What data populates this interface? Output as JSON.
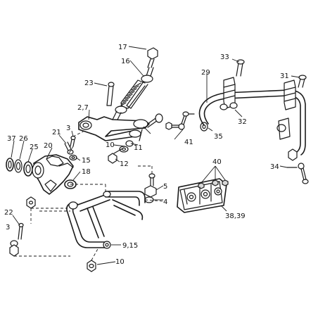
{
  "callouts": {
    "c17": "17",
    "c16": "16",
    "c23": "23",
    "c27": "2,7",
    "c3a": "3",
    "c21": "21",
    "c20": "20",
    "c37": "37",
    "c26": "26",
    "c25": "25",
    "c15": "15",
    "c18": "18",
    "c10a": "10",
    "c11": "11",
    "c12": "12",
    "c41": "41",
    "c33": "33",
    "c29": "29",
    "c31": "31",
    "c32": "32",
    "c35": "35",
    "c34": "34",
    "c40": "40",
    "c5": "5",
    "c4": "4",
    "c3839": "38,39",
    "c22": "22",
    "c3b": "3",
    "c915": "9,15",
    "c10b": "10"
  }
}
